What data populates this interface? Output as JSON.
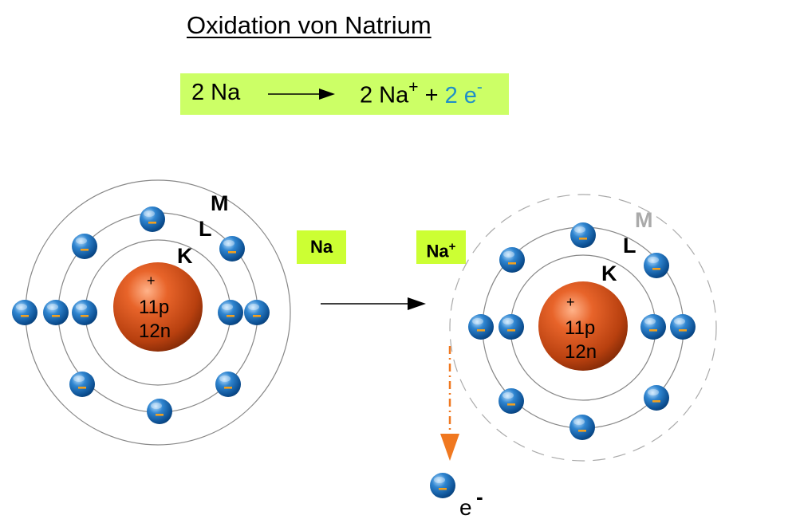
{
  "title": "Oxidation von Natrium",
  "equation": {
    "left": "2 Na",
    "right_ion": "2 Na",
    "right_ion_charge": "+",
    "plus": "+",
    "electron": "2 e",
    "electron_charge": "-",
    "highlight_color": "#ccff66",
    "electron_color": "#1f8fc8"
  },
  "atom_left": {
    "nucleus_charge": "+",
    "protons": "11p",
    "neutrons": "12n",
    "shells": [
      "K",
      "L",
      "M"
    ],
    "electrons_per_shell": {
      "K": 2,
      "L": 8,
      "M": 1
    }
  },
  "atom_right": {
    "nucleus_charge": "+",
    "protons": "11p",
    "neutrons": "12n",
    "shells": [
      "K",
      "L",
      "M"
    ],
    "electrons_per_shell": {
      "K": 2,
      "L": 8,
      "M": 0
    }
  },
  "label_na": "Na",
  "label_na_ion": "Na",
  "label_na_ion_charge": "+",
  "electron_sign": "-",
  "released_electron": {
    "label": "e",
    "charge": "-"
  },
  "colors": {
    "nucleus": "#c8501a",
    "electron": "#1565b0",
    "electron_minus": "#f0a020",
    "release_arrow": "#f07820",
    "shell_line": "#888888",
    "empty_shell_label": "#aaaaaa",
    "label_box": "#ccff33"
  }
}
